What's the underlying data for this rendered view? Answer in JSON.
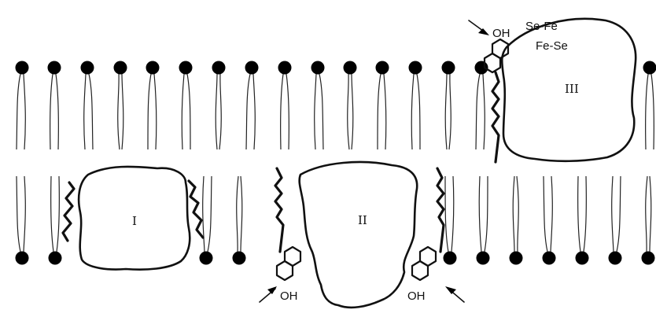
{
  "proteins": [
    {
      "id": "protein-1",
      "label": "I"
    },
    {
      "id": "protein-2",
      "label": "II"
    },
    {
      "id": "protein-3",
      "label": "III"
    }
  ],
  "cluster": {
    "line1": "Se-Fe",
    "line2": "Fe-Se"
  },
  "hydroxyl_labels": [
    "OH",
    "OH",
    "OH"
  ],
  "colors": {
    "ink": "#111111",
    "background": "#ffffff"
  }
}
